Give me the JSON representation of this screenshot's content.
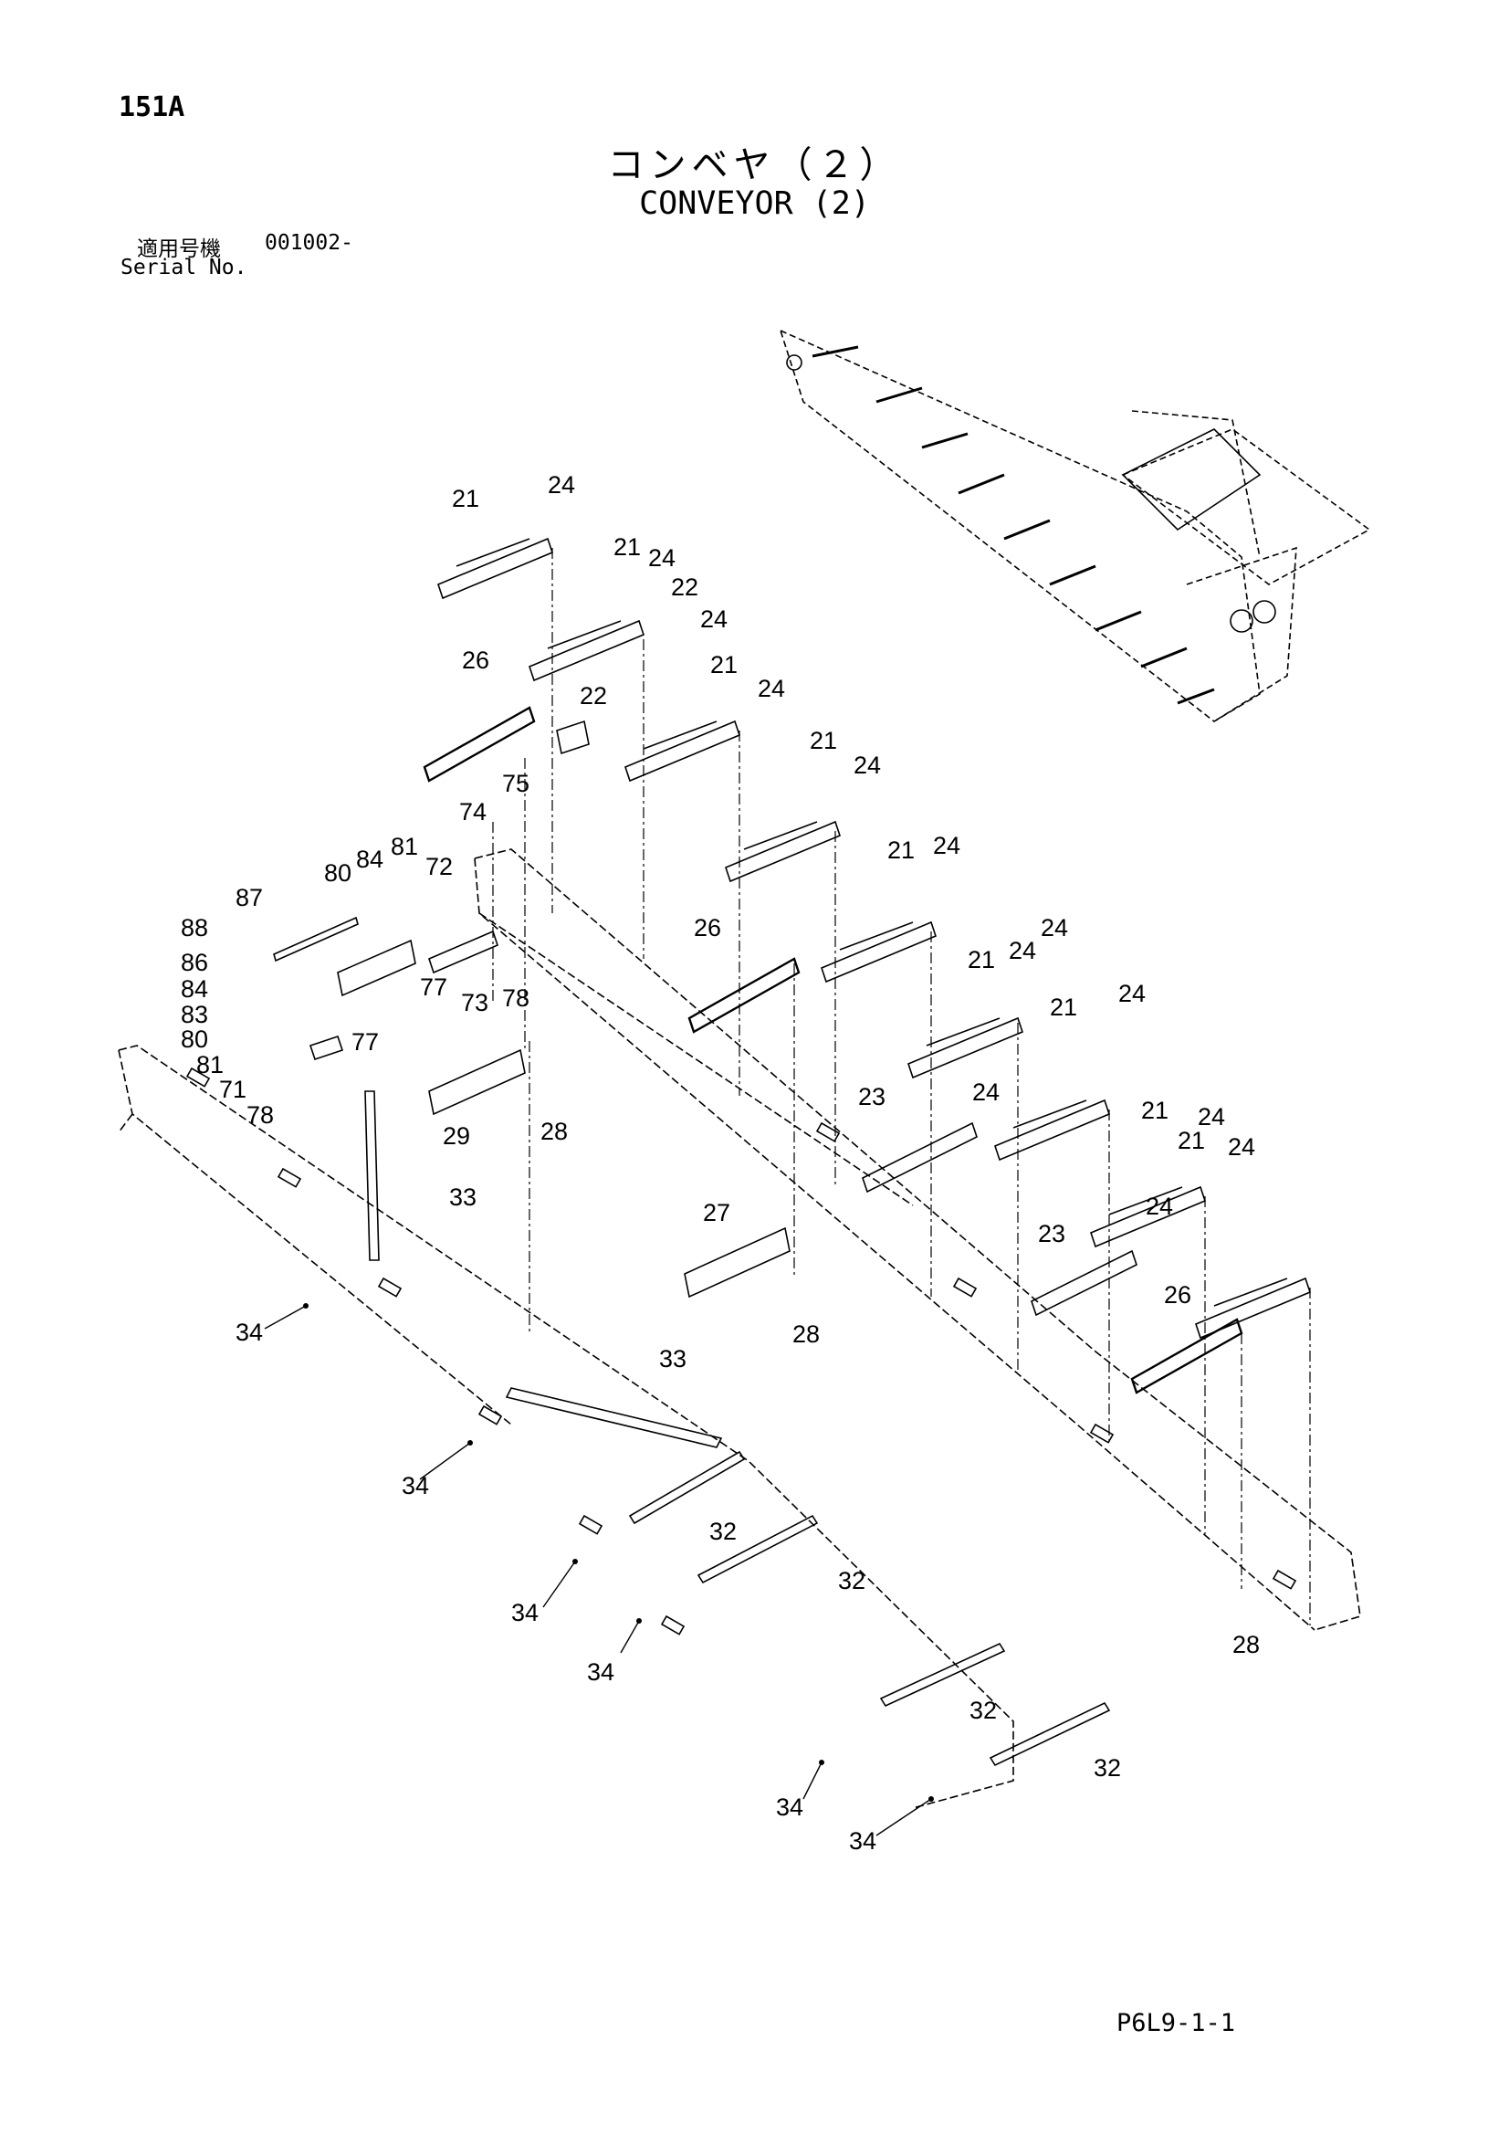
{
  "header": {
    "page_number": "151A",
    "title_jp": "コンベヤ（２）",
    "title_en": "CONVEYOR (2)",
    "serial_label_jp": "適用号機",
    "serial_value": "001002-",
    "serial_label_en": "Serial No."
  },
  "footer": {
    "doc_code": "P6L9-1-1"
  },
  "callouts": [
    "21",
    "24",
    "21",
    "24",
    "22",
    "24",
    "26",
    "22",
    "21",
    "24",
    "75",
    "74",
    "21",
    "24",
    "80",
    "84",
    "81",
    "72",
    "87",
    "88",
    "86",
    "84",
    "83",
    "80",
    "81",
    "71",
    "78",
    "77",
    "77",
    "73",
    "78",
    "26",
    "21",
    "24",
    "21",
    "24",
    "24",
    "21",
    "24",
    "29",
    "28",
    "23",
    "24",
    "21",
    "24",
    "21",
    "24",
    "33",
    "27",
    "28",
    "23",
    "24",
    "26",
    "34",
    "33",
    "34",
    "32",
    "32",
    "34",
    "34",
    "32",
    "32",
    "34",
    "34",
    "28"
  ]
}
